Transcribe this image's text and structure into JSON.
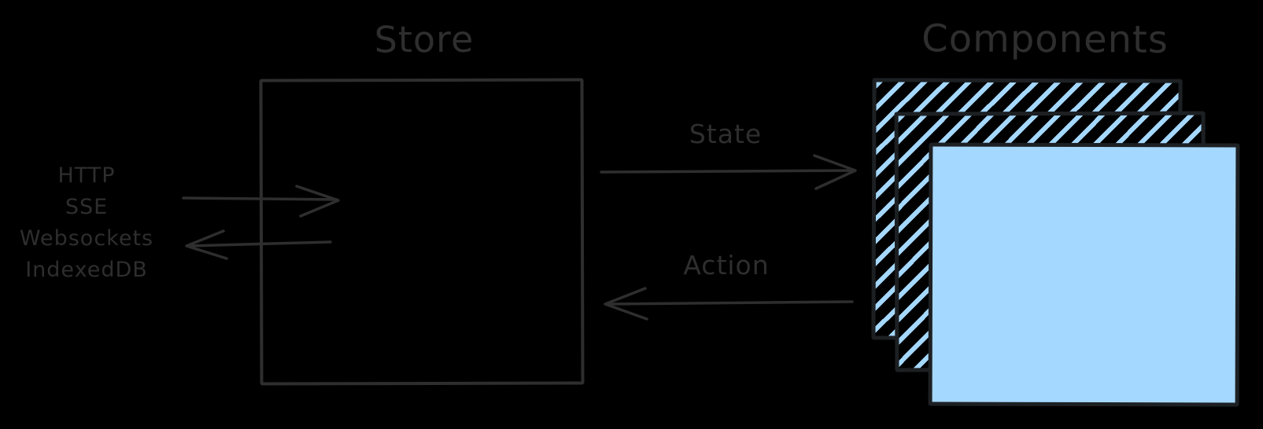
{
  "store": {
    "title": "Store"
  },
  "components": {
    "title": "Components"
  },
  "arrows": {
    "state_label": "State",
    "action_label": "Action"
  },
  "transports": {
    "items": [
      "HTTP",
      "SSE",
      "Websockets",
      "IndexedDB"
    ]
  },
  "colors": {
    "background": "#000000",
    "stroke": "#2e2e2e",
    "box_border": "#1d2023",
    "blue_fill": "#a5d8ff"
  }
}
